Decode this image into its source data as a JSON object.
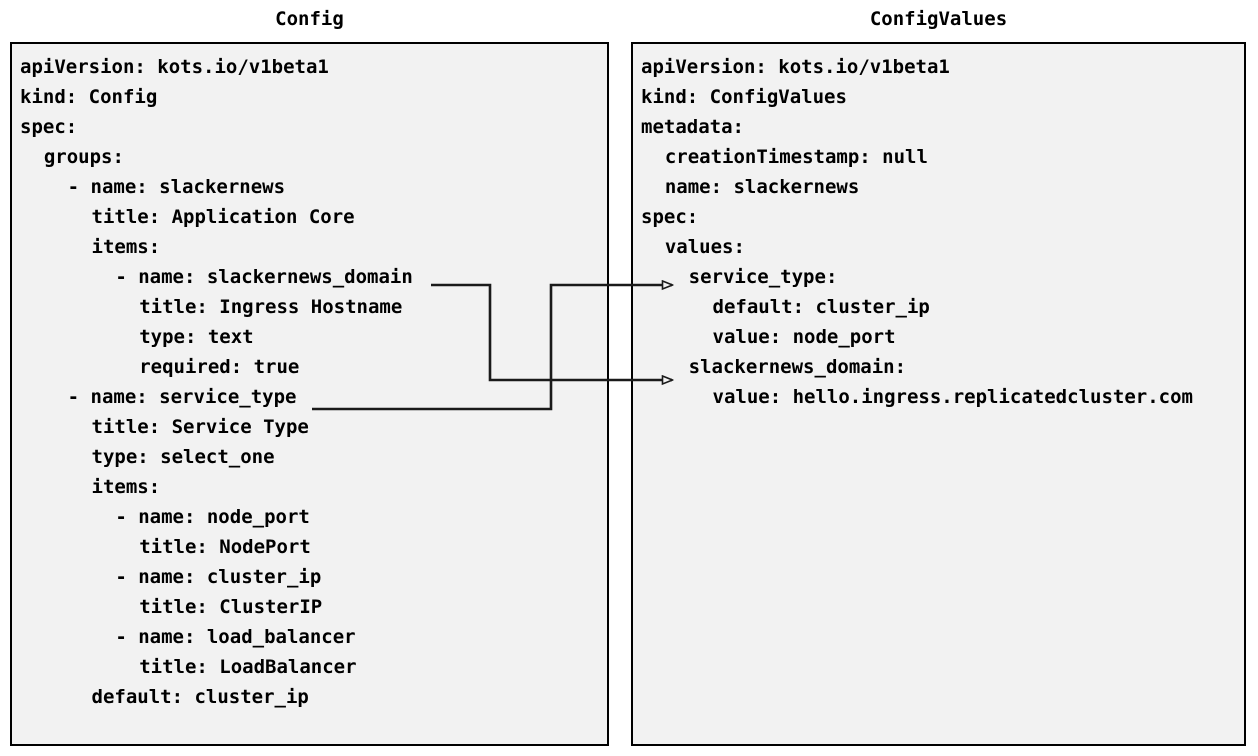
{
  "headings": {
    "left": "Config",
    "right": "ConfigValues"
  },
  "config_panel": {
    "name": "config-yaml",
    "lines": [
      {
        "indent": 0,
        "text": "apiVersion: kots.io/v1beta1"
      },
      {
        "indent": 0,
        "text": "kind: Config"
      },
      {
        "indent": 0,
        "text": "spec:"
      },
      {
        "indent": 1,
        "text": "groups:"
      },
      {
        "indent": 2,
        "text": "- name: slackernews"
      },
      {
        "indent": 3,
        "text": "title: Application Core"
      },
      {
        "indent": 3,
        "text": "items:"
      },
      {
        "indent": 4,
        "text": "- name: slackernews_domain"
      },
      {
        "indent": 5,
        "text": "title: Ingress Hostname"
      },
      {
        "indent": 5,
        "text": "type: text"
      },
      {
        "indent": 5,
        "text": "required: true"
      },
      {
        "indent": 2,
        "text": "- name: service_type"
      },
      {
        "indent": 3,
        "text": "title: Service Type"
      },
      {
        "indent": 3,
        "text": "type: select_one"
      },
      {
        "indent": 3,
        "text": "items:"
      },
      {
        "indent": 4,
        "text": "- name: node_port"
      },
      {
        "indent": 5,
        "text": "title: NodePort"
      },
      {
        "indent": 4,
        "text": "- name: cluster_ip"
      },
      {
        "indent": 5,
        "text": "title: ClusterIP"
      },
      {
        "indent": 4,
        "text": "- name: load_balancer"
      },
      {
        "indent": 5,
        "text": "title: LoadBalancer"
      },
      {
        "indent": 3,
        "text": "default: cluster_ip"
      }
    ]
  },
  "configvalues_panel": {
    "name": "configvalues-yaml",
    "lines": [
      {
        "indent": 0,
        "text": "apiVersion: kots.io/v1beta1"
      },
      {
        "indent": 0,
        "text": "kind: ConfigValues"
      },
      {
        "indent": 0,
        "text": "metadata:"
      },
      {
        "indent": 1,
        "text": "creationTimestamp: null"
      },
      {
        "indent": 1,
        "text": "name: slackernews"
      },
      {
        "indent": 0,
        "text": "spec:"
      },
      {
        "indent": 1,
        "text": "values:"
      },
      {
        "indent": 2,
        "text": "service_type:"
      },
      {
        "indent": 3,
        "text": "default: cluster_ip"
      },
      {
        "indent": 3,
        "text": "value: node_port"
      },
      {
        "indent": 2,
        "text": "slackernews_domain:"
      },
      {
        "indent": 3,
        "text": "value: hello.ingress.replicatedcluster.com"
      }
    ]
  },
  "connectors": [
    {
      "id": "slackernews-domain-link",
      "from_label": "slackernews_domain",
      "to_label": "slackernews_domain:",
      "color": "#1a1a1a"
    },
    {
      "id": "service-type-link",
      "from_label": "service_type",
      "to_label": "service_type:",
      "color": "#1a1a1a"
    }
  ],
  "style": {
    "panel_background": "#f2f2f2",
    "panel_border": "#000000",
    "text_color": "#000000",
    "page_background": "#ffffff"
  }
}
